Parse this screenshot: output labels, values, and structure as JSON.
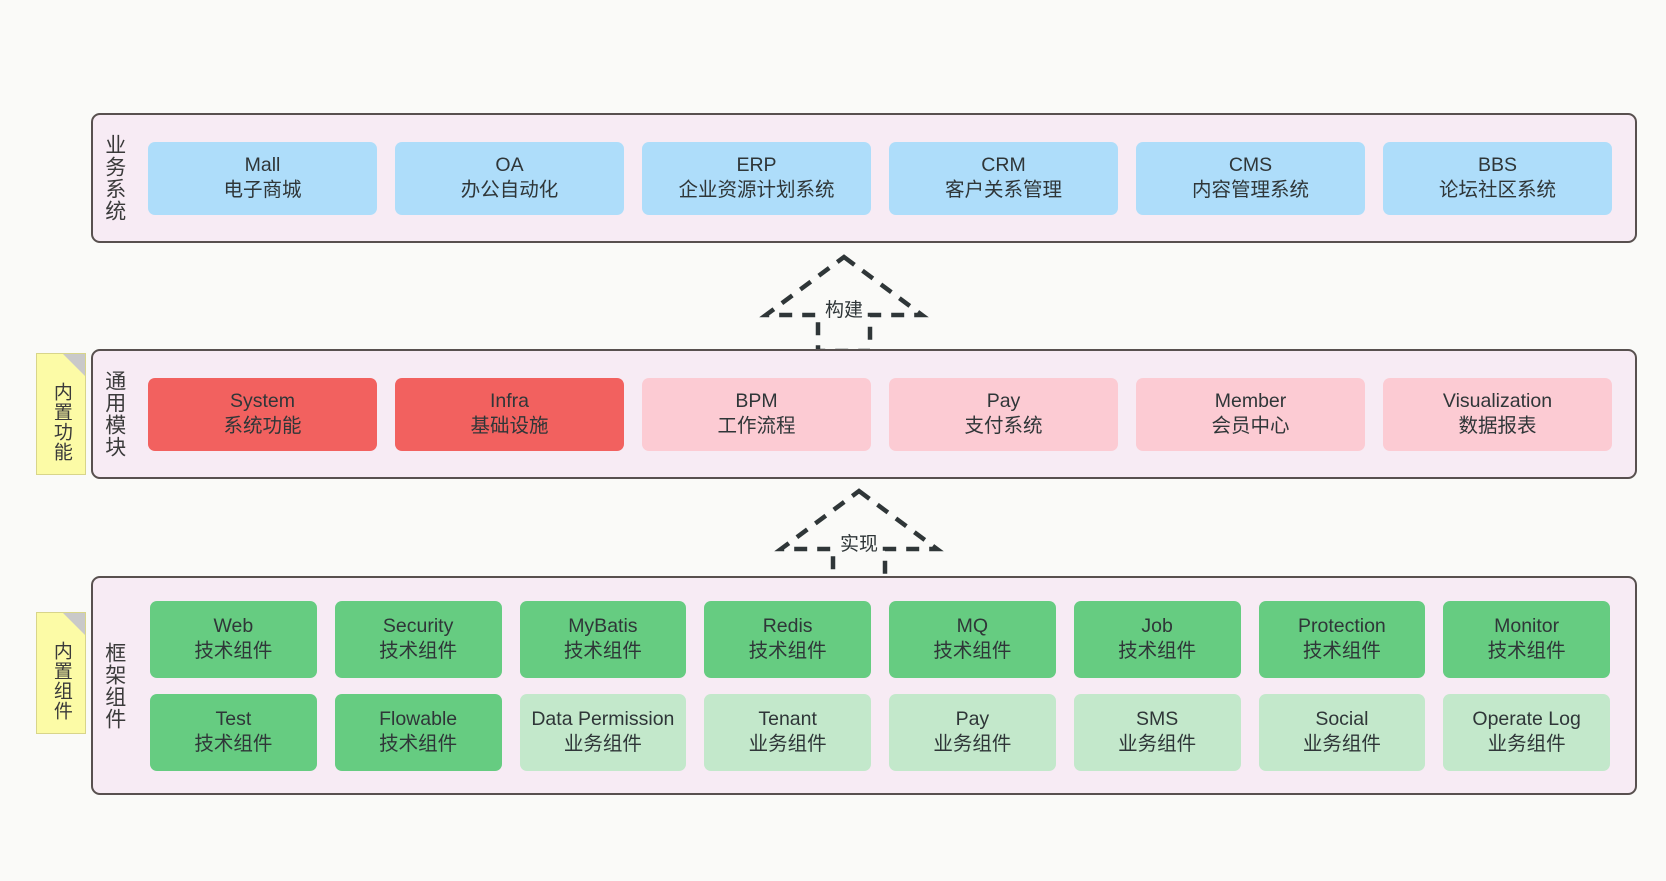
{
  "diagram": {
    "background_color": "#FAFAF8",
    "panel_background": "#F7EBF4",
    "panel_border": "#58504F"
  },
  "layers": [
    {
      "id": "business",
      "label": "业务系统",
      "rows": [
        {
          "cells": [
            {
              "title": "Mall",
              "subtitle": "电子商城",
              "color": "#AEDDFA",
              "style": "c-blue"
            },
            {
              "title": "OA",
              "subtitle": "办公自动化",
              "color": "#AEDDFA",
              "style": "c-blue"
            },
            {
              "title": "ERP",
              "subtitle": "企业资源计划系统",
              "color": "#AEDDFA",
              "style": "c-blue"
            },
            {
              "title": "CRM",
              "subtitle": "客户关系管理",
              "color": "#AEDDFA",
              "style": "c-blue"
            },
            {
              "title": "CMS",
              "subtitle": "内容管理系统",
              "color": "#AEDDFA",
              "style": "c-blue"
            },
            {
              "title": "BBS",
              "subtitle": "论坛社区系统",
              "color": "#AEDDFA",
              "style": "c-blue"
            }
          ]
        }
      ]
    },
    {
      "id": "modules",
      "label": "通用模块",
      "note": "内置功能",
      "rows": [
        {
          "cells": [
            {
              "title": "System",
              "subtitle": "系统功能",
              "color": "#F2615F",
              "style": "c-red-strong"
            },
            {
              "title": "Infra",
              "subtitle": "基础设施",
              "color": "#F2615F",
              "style": "c-red-strong"
            },
            {
              "title": "BPM",
              "subtitle": "工作流程",
              "color": "#FCCBD3",
              "style": "c-red-light"
            },
            {
              "title": "Pay",
              "subtitle": "支付系统",
              "color": "#FCCBD3",
              "style": "c-red-light"
            },
            {
              "title": "Member",
              "subtitle": "会员中心",
              "color": "#FCCBD3",
              "style": "c-red-light"
            },
            {
              "title": "Visualization",
              "subtitle": "数据报表",
              "color": "#FCCBD3",
              "style": "c-red-light"
            }
          ]
        }
      ]
    },
    {
      "id": "framework",
      "label": "框架组件",
      "note": "内置组件",
      "rows": [
        {
          "cells": [
            {
              "title": "Web",
              "subtitle": "技术组件",
              "color": "#66CC81",
              "style": "c-green-strong"
            },
            {
              "title": "Security",
              "subtitle": "技术组件",
              "color": "#66CC81",
              "style": "c-green-strong"
            },
            {
              "title": "MyBatis",
              "subtitle": "技术组件",
              "color": "#66CC81",
              "style": "c-green-strong"
            },
            {
              "title": "Redis",
              "subtitle": "技术组件",
              "color": "#66CC81",
              "style": "c-green-strong"
            },
            {
              "title": "MQ",
              "subtitle": "技术组件",
              "color": "#66CC81",
              "style": "c-green-strong"
            },
            {
              "title": "Job",
              "subtitle": "技术组件",
              "color": "#66CC81",
              "style": "c-green-strong"
            },
            {
              "title": "Protection",
              "subtitle": "技术组件",
              "color": "#66CC81",
              "style": "c-green-strong"
            },
            {
              "title": "Monitor",
              "subtitle": "技术组件",
              "color": "#66CC81",
              "style": "c-green-strong"
            }
          ]
        },
        {
          "cells": [
            {
              "title": "Test",
              "subtitle": "技术组件",
              "color": "#66CC81",
              "style": "c-green-strong"
            },
            {
              "title": "Flowable",
              "subtitle": "技术组件",
              "color": "#66CC81",
              "style": "c-green-strong"
            },
            {
              "title": "Data Permission",
              "subtitle": "业务组件",
              "color": "#C3E8CB",
              "style": "c-green-light"
            },
            {
              "title": "Tenant",
              "subtitle": "业务组件",
              "color": "#C3E8CB",
              "style": "c-green-light"
            },
            {
              "title": "Pay",
              "subtitle": "业务组件",
              "color": "#C3E8CB",
              "style": "c-green-light"
            },
            {
              "title": "SMS",
              "subtitle": "业务组件",
              "color": "#C3E8CB",
              "style": "c-green-light"
            },
            {
              "title": "Social",
              "subtitle": "业务组件",
              "color": "#C3E8CB",
              "style": "c-green-light"
            },
            {
              "title": "Operate Log",
              "subtitle": "业务组件",
              "color": "#C3E8CB",
              "style": "c-green-light"
            }
          ]
        }
      ]
    }
  ],
  "connectors": [
    {
      "id": "build",
      "label": "构建",
      "style": "dashed-hollow-arrow",
      "direction": "up"
    },
    {
      "id": "impl",
      "label": "实现",
      "style": "dashed-hollow-arrow",
      "direction": "up"
    }
  ]
}
